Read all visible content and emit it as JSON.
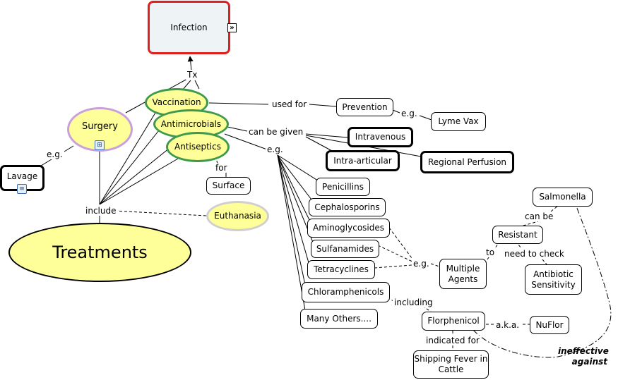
{
  "nodes": {
    "infection": "Infection",
    "tx": "Tx",
    "vaccination": "Vaccination",
    "surgery": "Surgery",
    "antimicrobials": "Antimicrobials",
    "antiseptics": "Antiseptics",
    "lavage": "Lavage",
    "treatments": "Treatments",
    "euthanasia": "Euthanasia",
    "surface": "Surface",
    "prevention": "Prevention",
    "lyme_vax": "Lyme Vax",
    "intravenous": "Intravenous",
    "intra_articular": "Intra-articular",
    "regional_perfusion": "Regional Perfusion",
    "penicillins": "Penicillins",
    "cephalosporins": "Cephalosporins",
    "aminoglycosides": "Aminoglycosides",
    "sulfanamides": "Sulfanamides",
    "tetracyclines": "Tetracyclines",
    "chloramphenicols": "Chloramphenicols",
    "many_others": "Many Others....",
    "multiple_agents": "Multiple Agents",
    "resistant": "Resistant",
    "salmonella": "Salmonella",
    "antibiotic_sensitivity": "Antibiotic Sensitivity",
    "florphenicol": "Florphenicol",
    "nuflor": "NuFlor",
    "shipping_fever": "Shipping Fever in Cattle"
  },
  "links": {
    "eg_surgery": "e.g.",
    "include": "include",
    "used_for": "used for",
    "eg_prevention": "e.g.",
    "can_be_given": "can be given",
    "eg_antimicrobials": "e.g.",
    "for": "for",
    "eg_multiple": "e.g.",
    "to": "to",
    "can_be": "can be",
    "need_to_check": "need to check",
    "including": "including",
    "aka": "a.k.a.",
    "indicated_for": "indicated for",
    "ineffective_against": "ineffective against"
  },
  "icons": {
    "surgery_submap": "submap-icon",
    "lavage_document": "document-icon",
    "infection_expand": "expand-icon"
  },
  "colors": {
    "node_yellow": "#ffff99",
    "border_green": "#3d9a4c",
    "border_purple": "#c9a0dc",
    "border_red": "#e02020",
    "border_grey": "#cfcfcf"
  }
}
